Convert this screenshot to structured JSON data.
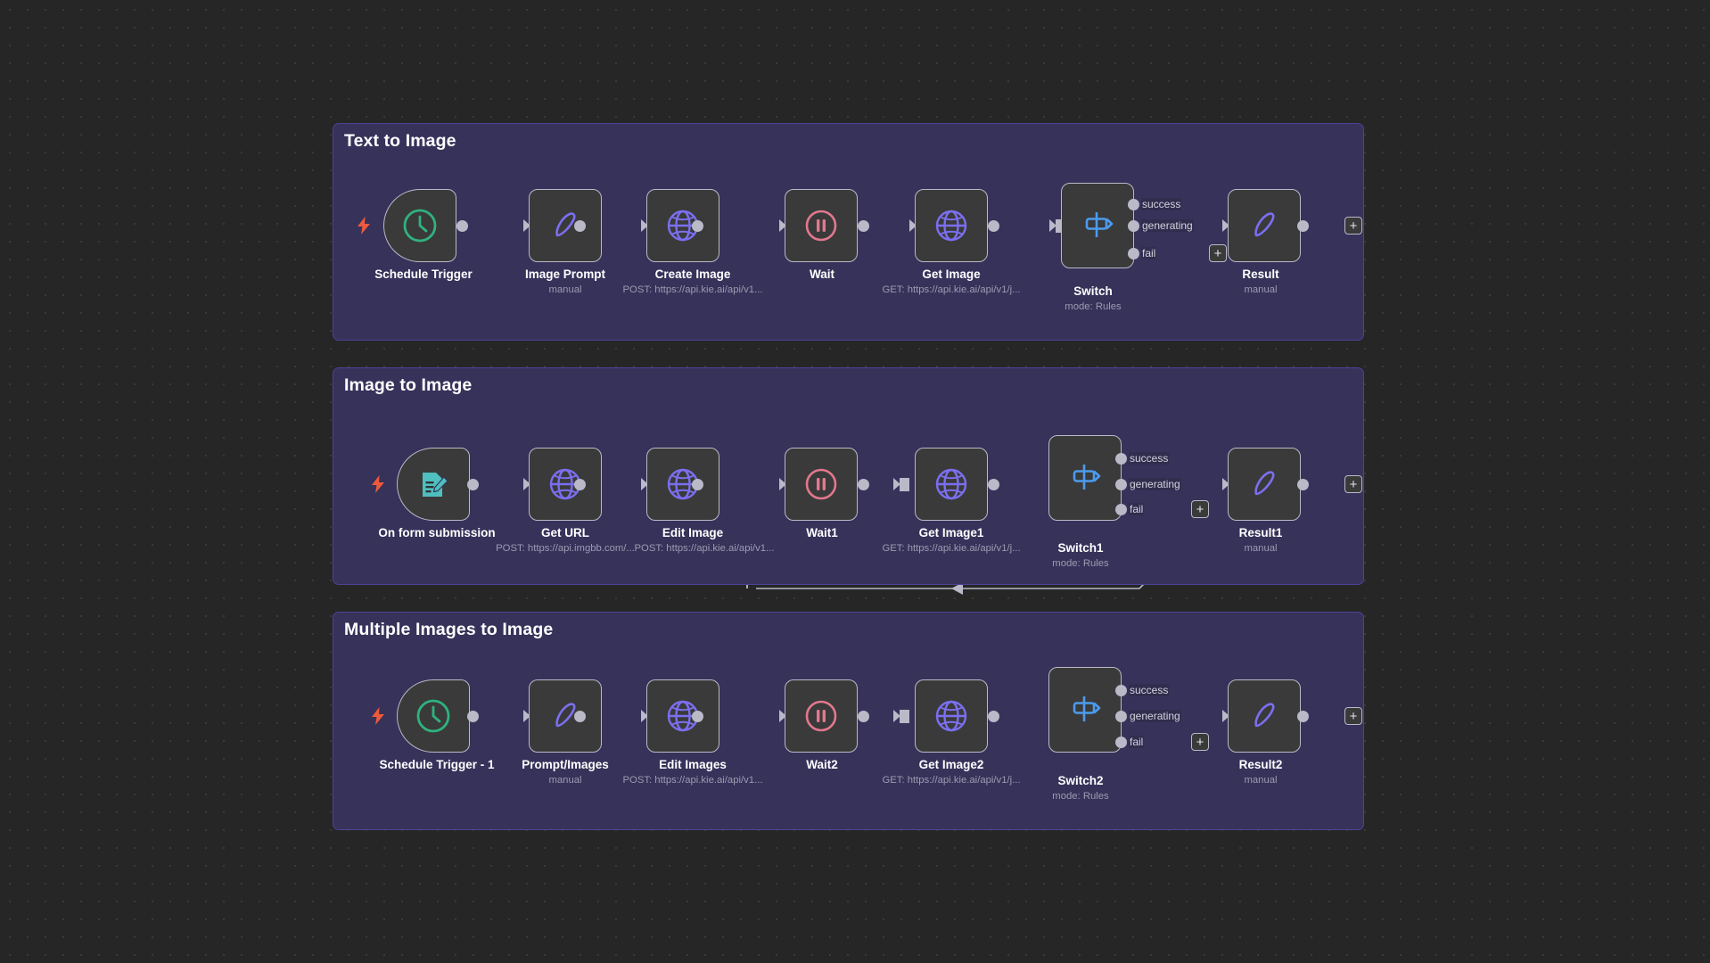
{
  "canvas": {
    "background_color": "#262626",
    "dot_color": "#3a3a3a"
  },
  "theme": {
    "sticky_bg": "#37325a",
    "sticky_border": "#4b4396",
    "node_bg": "#3a3a3a",
    "node_border": "#b9b9c8",
    "label_color": "#ffffff",
    "sub_color": "#9b9bb0",
    "clock_icon": "#2fb27f",
    "form_icon": "#4fbfbf",
    "pencil_icon": "#7b6ff0",
    "globe_icon": "#7b6ff0",
    "wait_icon": "#e2788e",
    "switch_icon": "#4c9bed",
    "bolt_icon": "#ef5a3c"
  },
  "groups": [
    {
      "title": "Text to Image"
    },
    {
      "title": "Image to Image"
    },
    {
      "title": "Multiple Images to Image"
    }
  ],
  "rows": [
    {
      "id": "text-to-image",
      "nodes": [
        {
          "name": "Schedule Trigger",
          "sub": "",
          "icon": "clock-icon"
        },
        {
          "name": "Image Prompt",
          "sub": "manual",
          "icon": "pencil-icon"
        },
        {
          "name": "Create Image",
          "sub": "POST: https://api.kie.ai/api/v1...",
          "icon": "globe-icon"
        },
        {
          "name": "Wait",
          "sub": "",
          "icon": "pause-icon"
        },
        {
          "name": "Get Image",
          "sub": "GET: https://api.kie.ai/api/v1/j...",
          "icon": "globe-icon"
        },
        {
          "name": "Switch",
          "sub": "mode: Rules",
          "icon": "switch-icon"
        },
        {
          "name": "Result",
          "sub": "manual",
          "icon": "pencil-icon"
        }
      ],
      "switch_outputs": [
        "success",
        "generating",
        "fail"
      ]
    },
    {
      "id": "image-to-image",
      "nodes": [
        {
          "name": "On form submission",
          "sub": "",
          "icon": "form-icon"
        },
        {
          "name": "Get URL",
          "sub": "POST: https://api.imgbb.com/...",
          "icon": "globe-icon"
        },
        {
          "name": "Edit Image",
          "sub": "POST: https://api.kie.ai/api/v1...",
          "icon": "globe-icon"
        },
        {
          "name": "Wait1",
          "sub": "",
          "icon": "pause-icon"
        },
        {
          "name": "Get Image1",
          "sub": "GET: https://api.kie.ai/api/v1/j...",
          "icon": "globe-icon"
        },
        {
          "name": "Switch1",
          "sub": "mode: Rules",
          "icon": "switch-icon"
        },
        {
          "name": "Result1",
          "sub": "manual",
          "icon": "pencil-icon"
        }
      ],
      "switch_outputs": [
        "success",
        "generating",
        "fail"
      ]
    },
    {
      "id": "multiple-images-to-image",
      "nodes": [
        {
          "name": "Schedule Trigger - 1",
          "sub": "",
          "icon": "clock-icon"
        },
        {
          "name": "Prompt/Images",
          "sub": "manual",
          "icon": "pencil-icon"
        },
        {
          "name": "Edit Images",
          "sub": "POST: https://api.kie.ai/api/v1...",
          "icon": "globe-icon"
        },
        {
          "name": "Wait2",
          "sub": "",
          "icon": "pause-icon"
        },
        {
          "name": "Get Image2",
          "sub": "GET: https://api.kie.ai/api/v1/j...",
          "icon": "globe-icon"
        },
        {
          "name": "Switch2",
          "sub": "mode: Rules",
          "icon": "switch-icon"
        },
        {
          "name": "Result2",
          "sub": "manual",
          "icon": "pencil-icon"
        }
      ],
      "switch_outputs": [
        "success",
        "generating",
        "fail"
      ]
    }
  ],
  "plus_button_label": "+"
}
